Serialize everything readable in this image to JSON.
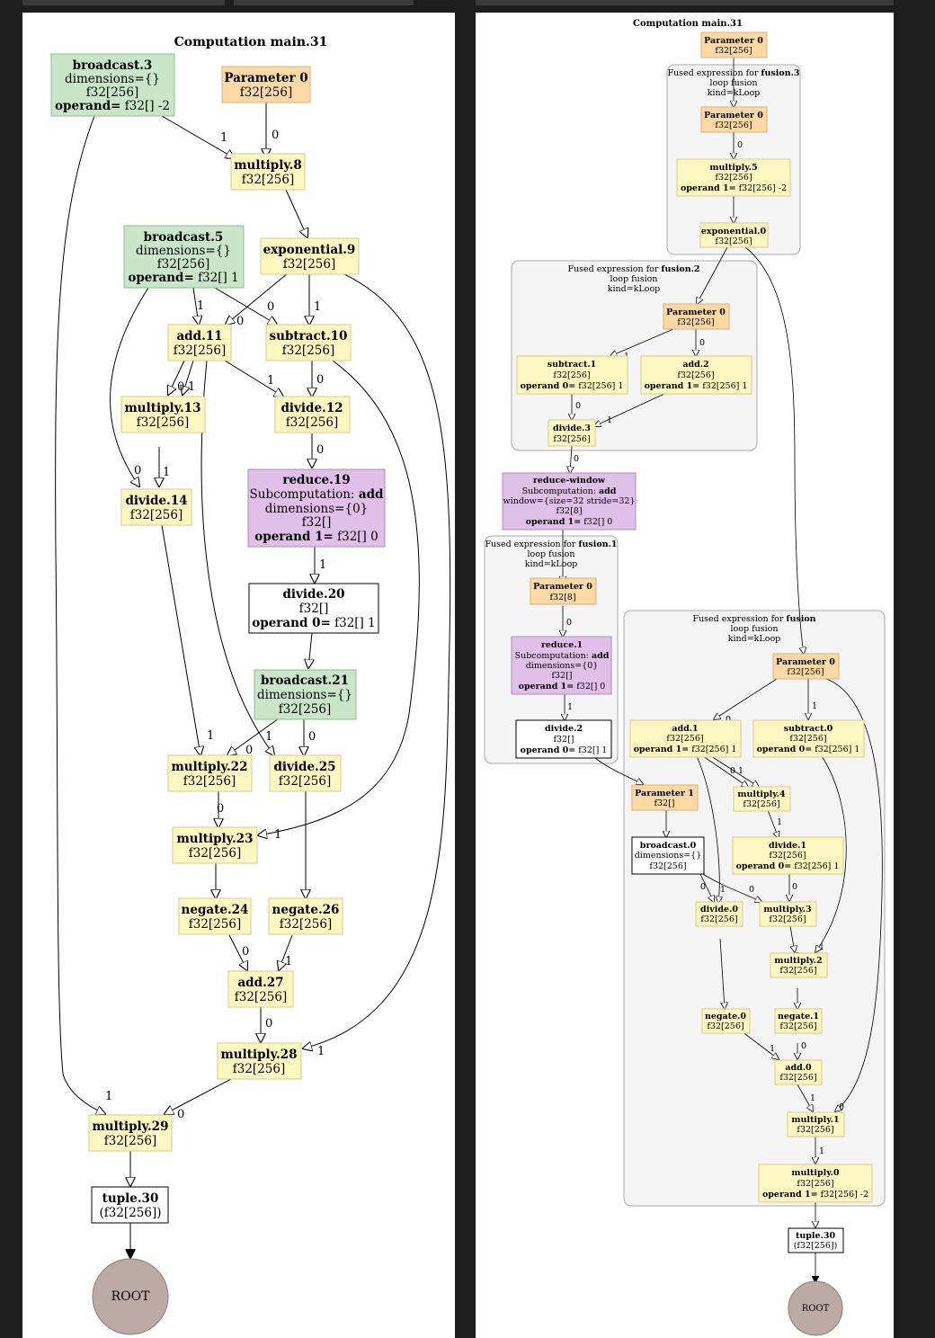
{
  "left": {
    "title": "Computation main.31",
    "nodes": {
      "broadcast3": {
        "name": "broadcast.3",
        "l2": "dimensions={}",
        "l3": "f32[256]",
        "l4b": "operand=",
        "l4": " f32[] -2"
      },
      "param0": {
        "name": "Parameter 0",
        "l2": "f32[256]"
      },
      "multiply8": {
        "name": "multiply.8",
        "l2": "f32[256]"
      },
      "broadcast5": {
        "name": "broadcast.5",
        "l2": "dimensions={}",
        "l3": "f32[256]",
        "l4b": "operand=",
        "l4": " f32[] 1"
      },
      "exponential9": {
        "name": "exponential.9",
        "l2": "f32[256]"
      },
      "add11": {
        "name": "add.11",
        "l2": "f32[256]"
      },
      "subtract10": {
        "name": "subtract.10",
        "l2": "f32[256]"
      },
      "multiply13": {
        "name": "multiply.13",
        "l2": "f32[256]"
      },
      "divide12": {
        "name": "divide.12",
        "l2": "f32[256]"
      },
      "divide14": {
        "name": "divide.14",
        "l2": "f32[256]"
      },
      "reduce19": {
        "name": "reduce.19",
        "l2": "Subcomputation: ",
        "l2b": "add",
        "l3": "dimensions={0}",
        "l4": "f32[]",
        "l5b": "operand 1=",
        "l5": " f32[] 0"
      },
      "divide20": {
        "name": "divide.20",
        "l2": "f32[]",
        "l3b": "operand 0=",
        "l3": " f32[] 1"
      },
      "broadcast21": {
        "name": "broadcast.21",
        "l2": "dimensions={}",
        "l3": "f32[256]"
      },
      "multiply22": {
        "name": "multiply.22",
        "l2": "f32[256]"
      },
      "divide25": {
        "name": "divide.25",
        "l2": "f32[256]"
      },
      "multiply23": {
        "name": "multiply.23",
        "l2": "f32[256]"
      },
      "negate24": {
        "name": "negate.24",
        "l2": "f32[256]"
      },
      "negate26": {
        "name": "negate.26",
        "l2": "f32[256]"
      },
      "add27": {
        "name": "add.27",
        "l2": "f32[256]"
      },
      "multiply28": {
        "name": "multiply.28",
        "l2": "f32[256]"
      },
      "multiply29": {
        "name": "multiply.29",
        "l2": "f32[256]"
      },
      "tuple30": {
        "name": "tuple.30",
        "l2": "(f32[256])"
      },
      "root": {
        "name": "ROOT"
      }
    },
    "edge_labels": {
      "e1": "1",
      "e2": "0",
      "e3": "1",
      "e4": "0",
      "e5": "0",
      "e6": "1",
      "e7": "0",
      "e8": "1",
      "e9": "1",
      "e10": "0",
      "e11": "0",
      "e12": "1",
      "e13": "0",
      "e14": "1",
      "e15": "1",
      "e16": "0",
      "e17": "1",
      "e18": "0",
      "e19": "0",
      "e20": "1",
      "e21": "0",
      "e22": "1",
      "e23": "0",
      "e24": "1",
      "e25": "1",
      "e26": "0"
    }
  },
  "right": {
    "title": "Computation main.31",
    "clusters": {
      "fusion3": {
        "l1": "Fused expression for ",
        "l1b": "fusion.3",
        "l2": "loop fusion",
        "l3": "kind=kLoop"
      },
      "fusion2": {
        "l1": "Fused expression for ",
        "l1b": "fusion.2",
        "l2": "loop fusion",
        "l3": "kind=kLoop"
      },
      "fusion1": {
        "l1": "Fused expression for ",
        "l1b": "fusion.1",
        "l2": "loop fusion",
        "l3": "kind=kLoop"
      },
      "fusion": {
        "l1": "Fused expression for ",
        "l1b": "fusion",
        "l2": "loop fusion",
        "l3": "kind=kLoop"
      }
    },
    "nodes": {
      "param0top": {
        "name": "Parameter 0",
        "l2": "f32[256]"
      },
      "f3param0": {
        "name": "Parameter 0",
        "l2": "f32[256]"
      },
      "multiply5": {
        "name": "multiply.5",
        "l2": "f32[256]",
        "l3b": "operand 1=",
        "l3": " f32[256] -2"
      },
      "exponential0": {
        "name": "exponential.0",
        "l2": "f32[256]"
      },
      "f2param0": {
        "name": "Parameter 0",
        "l2": "f32[256]"
      },
      "subtract1": {
        "name": "subtract.1",
        "l2": "f32[256]",
        "l3b": "operand 0=",
        "l3": " f32[256] 1"
      },
      "add2": {
        "name": "add.2",
        "l2": "f32[256]",
        "l3b": "operand 1=",
        "l3": " f32[256] 1"
      },
      "divide3": {
        "name": "divide.3",
        "l2": "f32[256]"
      },
      "reducewindow": {
        "name": "reduce-window",
        "l2": "Subcomputation: ",
        "l2b": "add",
        "l3": "window={size=32 stride=32}",
        "l4": "f32[8]",
        "l5b": "operand 1=",
        "l5": " f32[] 0"
      },
      "f1param0": {
        "name": "Parameter 0",
        "l2": "f32[8]"
      },
      "reduce1": {
        "name": "reduce.1",
        "l2": "Subcomputation: ",
        "l2b": "add",
        "l3": "dimensions={0}",
        "l4": "f32[]",
        "l5b": "operand 1=",
        "l5": " f32[] 0"
      },
      "divide2": {
        "name": "divide.2",
        "l2": "f32[]",
        "l3b": "operand 0=",
        "l3": " f32[] 1"
      },
      "fparam0": {
        "name": "Parameter 0",
        "l2": "f32[256]"
      },
      "add1": {
        "name": "add.1",
        "l2": "f32[256]",
        "l3b": "operand 1=",
        "l3": " f32[256] 1"
      },
      "subtract0": {
        "name": "subtract.0",
        "l2": "f32[256]",
        "l3b": "operand 0=",
        "l3": " f32[256] 1"
      },
      "param1": {
        "name": "Parameter 1",
        "l2": "f32[]"
      },
      "multiply4": {
        "name": "multiply.4",
        "l2": "f32[256]"
      },
      "broadcast0": {
        "name": "broadcast.0",
        "l2": "dimensions={}",
        "l3": "f32[256]"
      },
      "divide1": {
        "name": "divide.1",
        "l2": "f32[256]",
        "l3b": "operand 0=",
        "l3": " f32[256] 1"
      },
      "divide0": {
        "name": "divide.0",
        "l2": "f32[256]"
      },
      "multiply3": {
        "name": "multiply.3",
        "l2": "f32[256]"
      },
      "multiply2": {
        "name": "multiply.2",
        "l2": "f32[256]"
      },
      "negate0": {
        "name": "negate.0",
        "l2": "f32[256]"
      },
      "negate1": {
        "name": "negate.1",
        "l2": "f32[256]"
      },
      "add0": {
        "name": "add.0",
        "l2": "f32[256]"
      },
      "multiply1": {
        "name": "multiply.1",
        "l2": "f32[256]"
      },
      "multiply0": {
        "name": "multiply.0",
        "l2": "f32[256]",
        "l3b": "operand 1=",
        "l3": " f32[256] -2"
      },
      "tuple30": {
        "name": "tuple.30",
        "l2": "(f32[256])"
      },
      "root": {
        "name": "ROOT"
      }
    },
    "edge_labels": {
      "r1": "0",
      "r2": "1",
      "r3": "0",
      "r4": "0",
      "r5": "1",
      "r6": "0",
      "r7": "0",
      "r8": "1",
      "r9": "0",
      "r10": "1",
      "r11": "0",
      "r12": "1",
      "r13": "1",
      "r14": "0",
      "r15": "1",
      "r16": "0",
      "r17": "0",
      "r18": "1",
      "r19": "1",
      "r20": "0",
      "r21": "1",
      "r22": "0",
      "r23": "1",
      "r24": "0"
    }
  },
  "colors": {
    "broadcast": "#c9e6c9",
    "parameter": "#fed9a6",
    "elementwise": "#fff7c2",
    "reduce": "#e0c0e8",
    "plain": "#ffffff",
    "root": "#bcaaa4",
    "cluster": "#f5f5f5"
  }
}
